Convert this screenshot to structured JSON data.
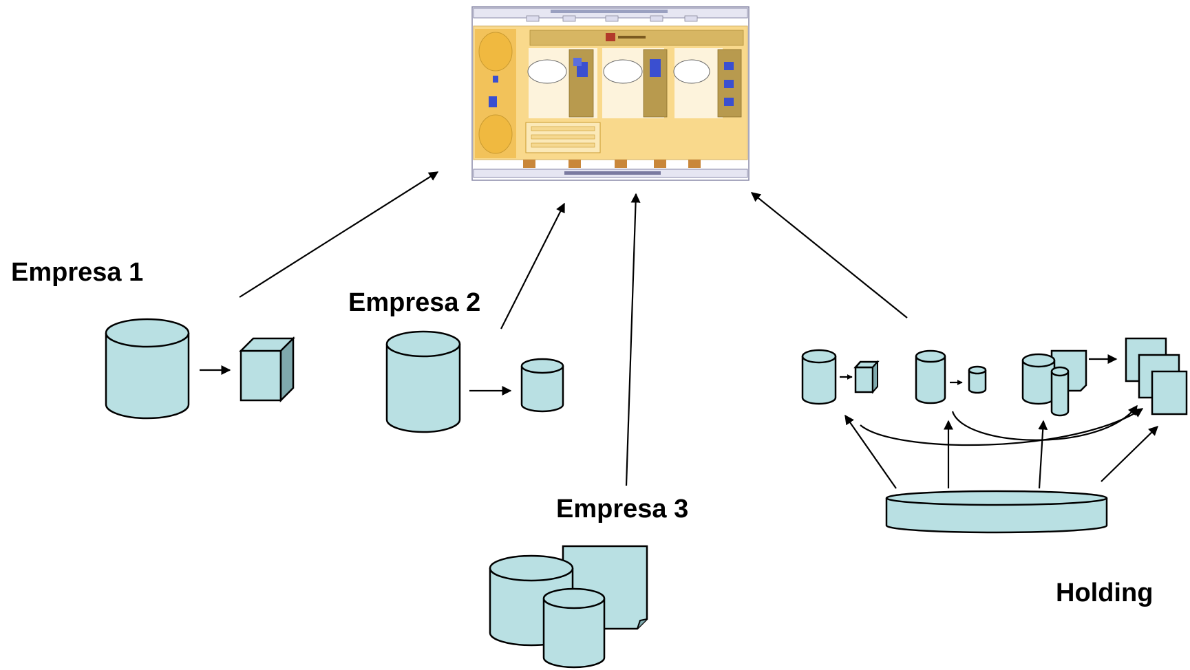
{
  "labels": {
    "empresa1": "Empresa 1",
    "empresa2": "Empresa 2",
    "empresa3": "Empresa 3",
    "holding": "Holding"
  },
  "colors": {
    "shape_fill": "#b9e0e3",
    "thumbnail_bg": "#f7c760",
    "thumbnail_panel": "#d7b663",
    "thumbnail_accent": "#3a4fd0"
  },
  "icons": {
    "database": "cylinder",
    "cube": "cube",
    "document": "document-page",
    "thumbnail": "data-warehouse-architecture-thumbnail"
  }
}
